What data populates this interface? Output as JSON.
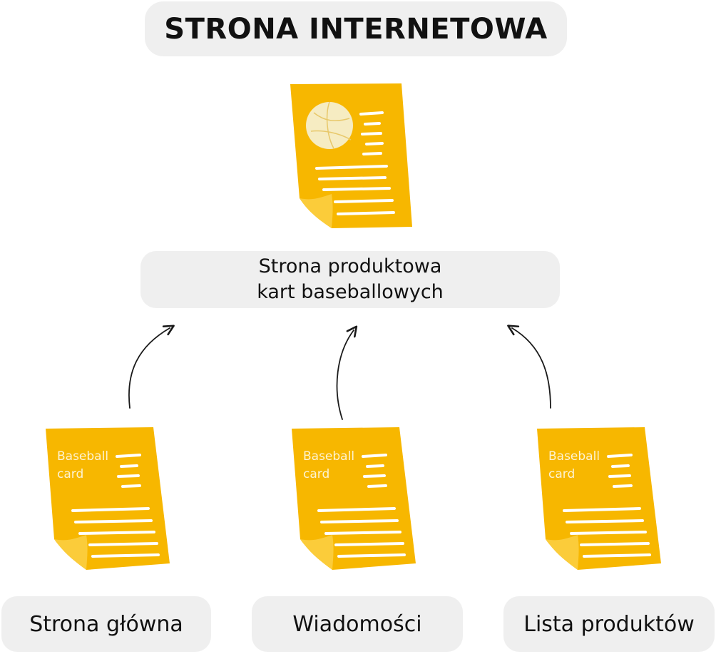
{
  "title": "STRONA INTERNETOWA",
  "main_node": {
    "label": "Strona produktowa\nkart baseballowych"
  },
  "source_nodes": [
    {
      "label": "Strona główna",
      "doc_line1": "Baseball",
      "doc_line2": "card"
    },
    {
      "label": "Wiadomości",
      "doc_line1": "Baseball",
      "doc_line2": "card"
    },
    {
      "label": "Lista produktów",
      "doc_line1": "Baseball",
      "doc_line2": "card"
    }
  ],
  "colors": {
    "doc": "#f7b700",
    "doc_lines": "#ffffff",
    "ball": "#f6ecc2",
    "pill": "#efefef",
    "arrow": "#1a1a1a"
  },
  "icons": {
    "main_doc": "basketball-document-icon",
    "source_docs": "baseball-card-document-icon"
  }
}
